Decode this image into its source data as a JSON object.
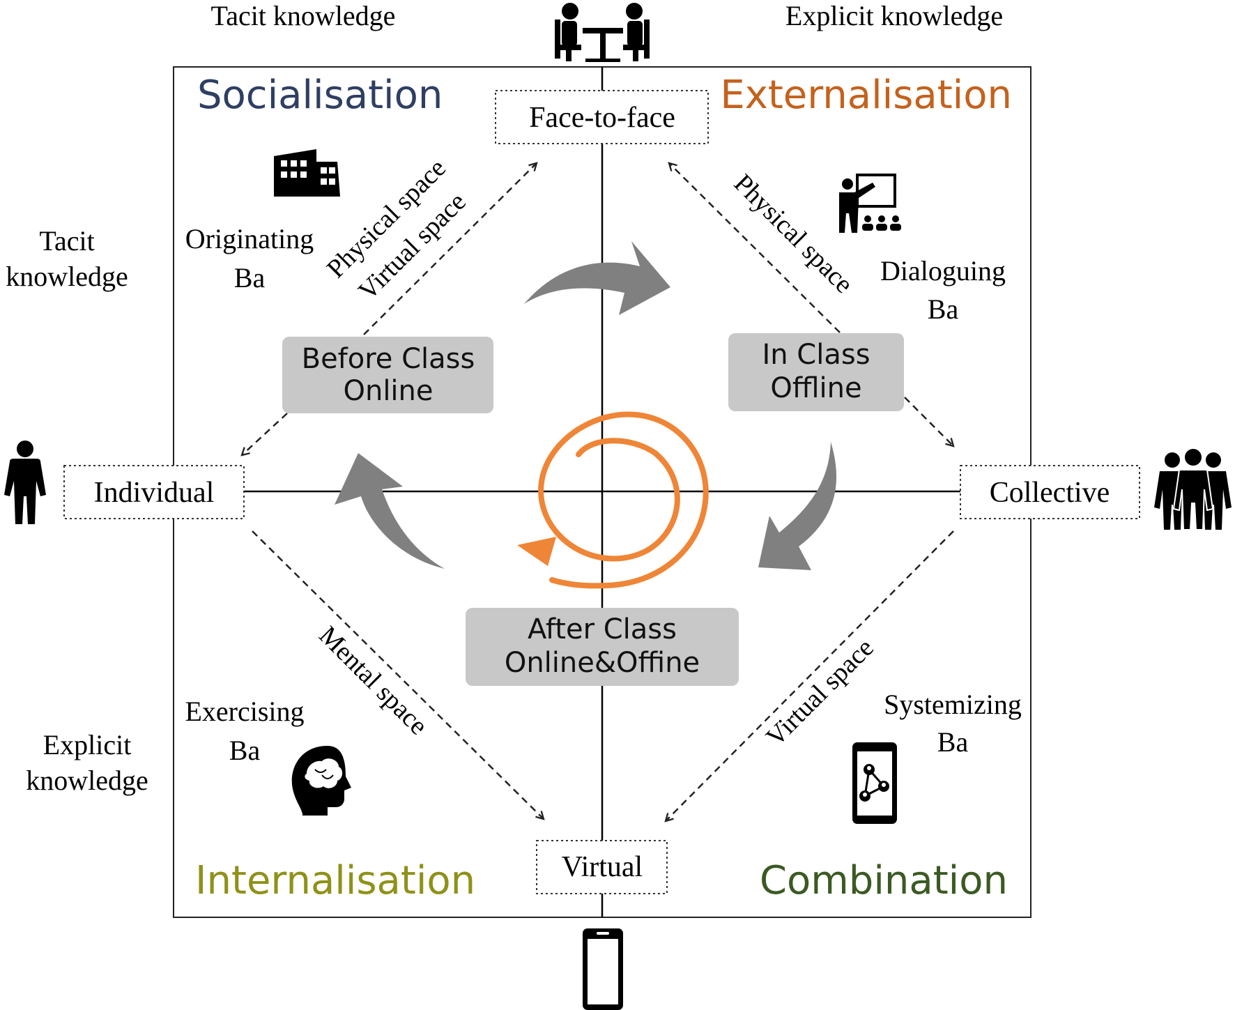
{
  "top": {
    "tacit_label": "Tacit knowledge",
    "explicit_label": "Explicit knowledge"
  },
  "side": {
    "tacit_line1": "Tacit",
    "tacit_line2": "knowledge",
    "explicit_line1": "Explicit",
    "explicit_line2": "knowledge"
  },
  "quadrants": {
    "socialisation": "Socialisation",
    "externalisation": "Externalisation",
    "internalisation": "Internalisation",
    "combination": "Combination"
  },
  "axis_labels": {
    "face_to_face": "Face-to-face",
    "virtual": "Virtual",
    "individual": "Individual",
    "collective": "Collective"
  },
  "ba": {
    "originating_line1": "Originating",
    "originating_line2": "Ba",
    "dialoguing_line1": "Dialoguing",
    "dialoguing_line2": "Ba",
    "exercising_line1": "Exercising",
    "exercising_line2": "Ba",
    "systemizing_line1": "Systemizing",
    "systemizing_line2": "Ba"
  },
  "spaces": {
    "tl_physical": "Physical space",
    "tl_virtual": "Virtual space",
    "tr_physical": "Physical space",
    "bl_mental": "Mental space",
    "br_virtual": "Virtual space"
  },
  "phases": {
    "before_line1": "Before Class",
    "before_line2": "Online",
    "in_line1": "In Class",
    "in_line2": "Offline",
    "after_line1": "After Class",
    "after_line2": "Online&Offine"
  },
  "colors": {
    "socialisation": "#2e3f63",
    "externalisation": "#c4621d",
    "internalisation": "#8f9119",
    "combination": "#3b5a23",
    "spiral": "#ef8536",
    "grey_arrow": "#808080",
    "phase_box": "#c8c8c8"
  },
  "icons": {
    "top": "meeting-icon",
    "bottom": "smartphone-icon",
    "left": "person-icon",
    "right": "group-icon",
    "originating": "building-icon",
    "dialoguing": "teacher-presentation-icon",
    "exercising": "brain-head-icon",
    "systemizing": "network-phone-icon"
  }
}
